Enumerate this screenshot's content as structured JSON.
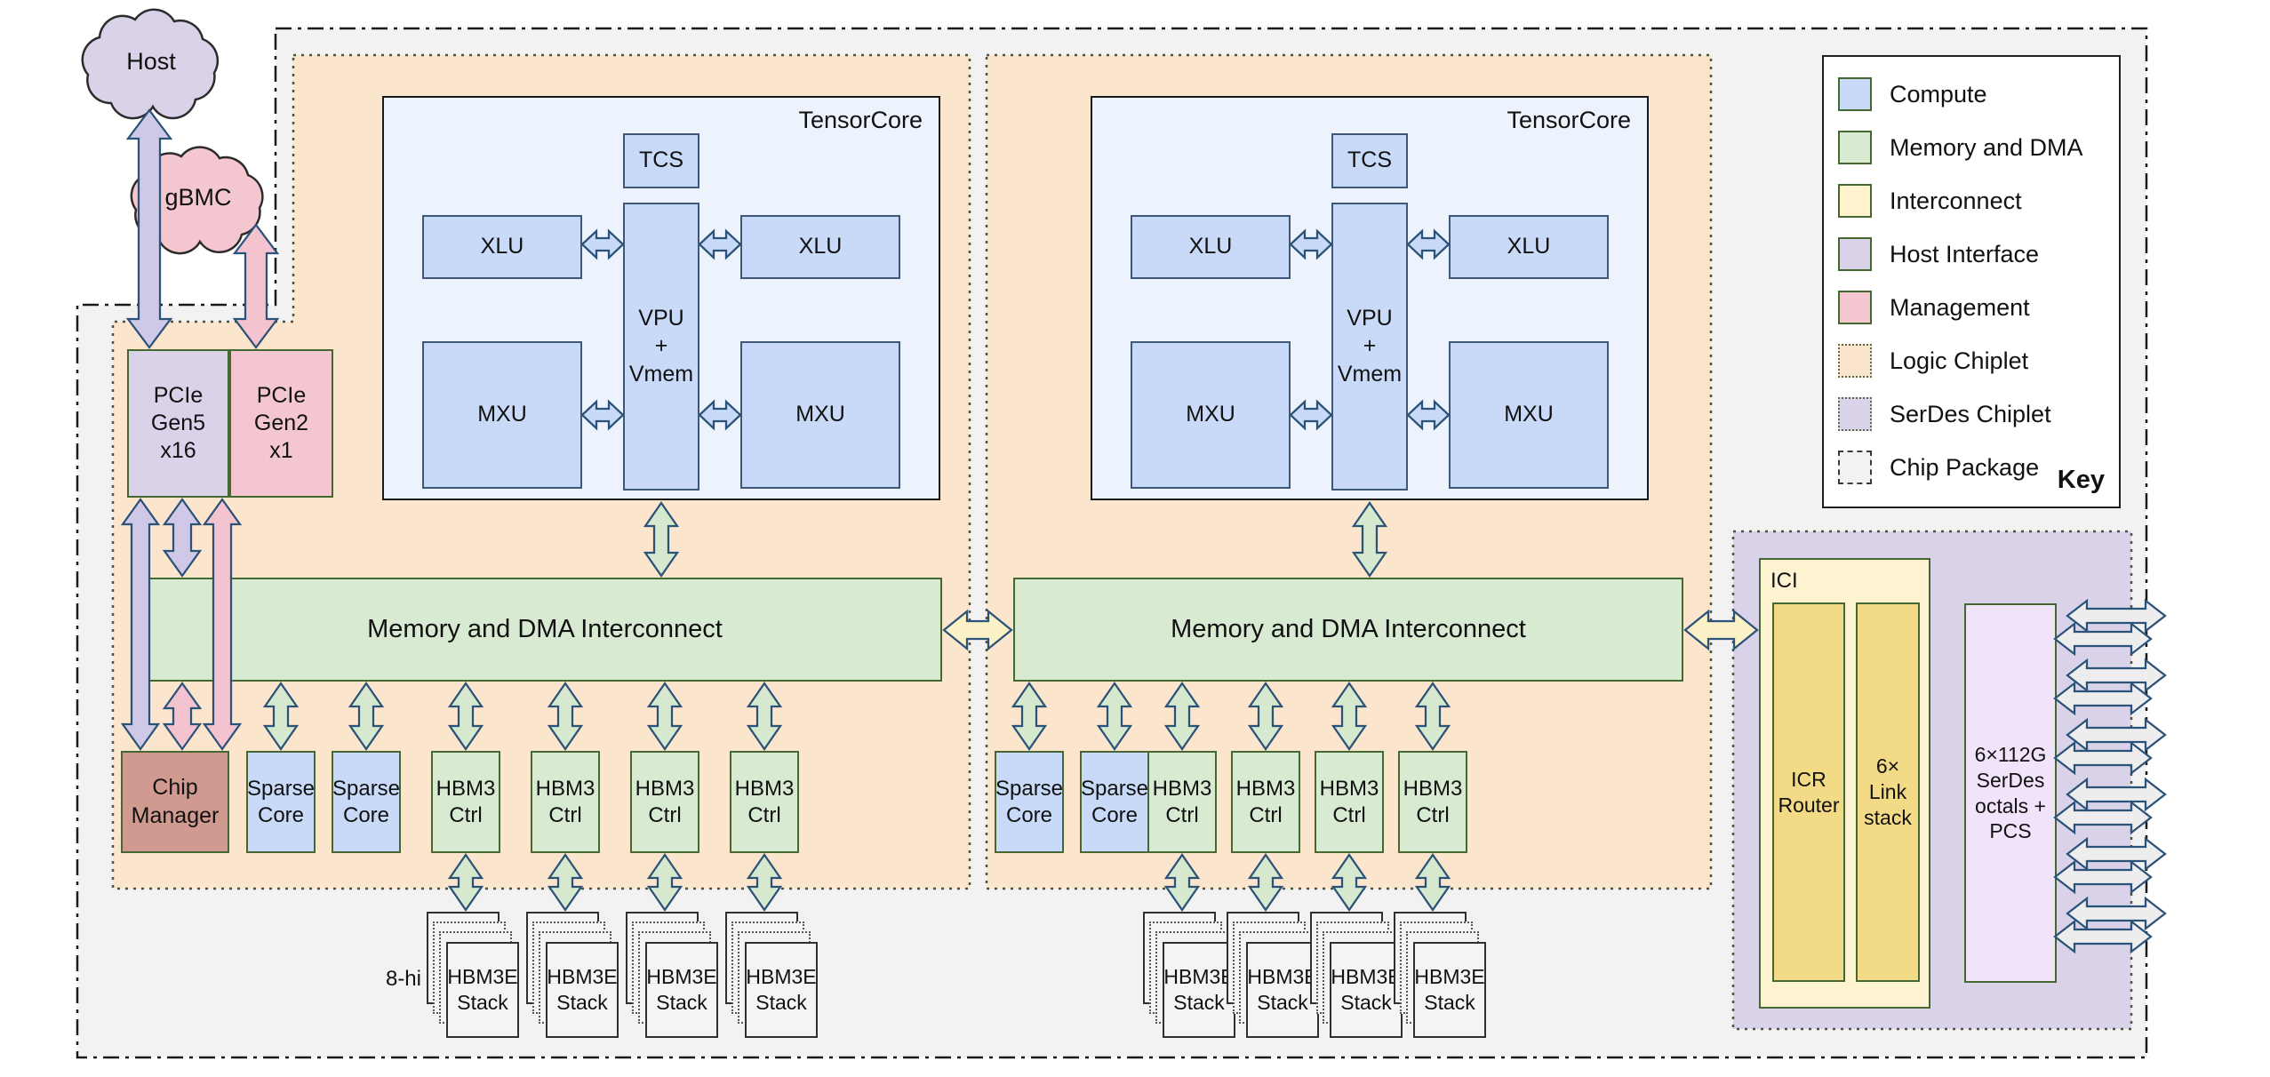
{
  "diagram": {
    "clouds": {
      "host": "Host",
      "gbmc": "gBMC"
    },
    "pcie_gen5": [
      "PCIe",
      "Gen5",
      "x16"
    ],
    "pcie_gen2": [
      "PCIe",
      "Gen2",
      "x1"
    ],
    "tensorcore": {
      "title": "TensorCore",
      "tcs": "TCS",
      "vpu": [
        "VPU",
        "+",
        "Vmem"
      ],
      "xlu": "XLU",
      "mxu": "MXU"
    },
    "interconnect": "Memory and DMA Interconnect",
    "chip_manager": [
      "Chip",
      "Manager"
    ],
    "sparse_core": [
      "Sparse",
      "Core"
    ],
    "hbm3_ctrl": [
      "HBM3",
      "Ctrl"
    ],
    "hbm3e_stack": [
      "HBM3E",
      "Stack"
    ],
    "stack_height": "8-hi",
    "ici": {
      "title": "ICI",
      "icr_router": [
        "ICR",
        "Router"
      ],
      "link_stack": [
        "6×",
        "Link",
        "stack"
      ]
    },
    "serdes": [
      "6×112G",
      "SerDes",
      "octals +",
      "PCS"
    ]
  },
  "key": {
    "title": "Key",
    "items": [
      {
        "label": "Compute",
        "swatch": "compute"
      },
      {
        "label": "Memory and DMA",
        "swatch": "memory"
      },
      {
        "label": "Interconnect",
        "swatch": "interconnect"
      },
      {
        "label": "Host Interface",
        "swatch": "host_interface"
      },
      {
        "label": "Management",
        "swatch": "management"
      },
      {
        "label": "Logic Chiplet",
        "swatch": "logic_chiplet"
      },
      {
        "label": "SerDes Chiplet",
        "swatch": "serdes_chiplet"
      },
      {
        "label": "Chip Package",
        "swatch": "chip_package"
      }
    ]
  },
  "colors": {
    "compute": "#c9daf8",
    "memory": "#d9ead3",
    "interconnect": "#fff2cc",
    "host_interface": "#d9d2e9",
    "management": "#f4c7d0",
    "logic_chiplet": "#fce5cd",
    "serdes_chiplet": "#d9d2e9",
    "chip_package": "#f2f2f2",
    "chip_manager": "#d09a90",
    "tensorcore_bg": "#ecf3fc",
    "ici_bg": "#fdf3d0",
    "ici_inner": "#f3da86",
    "serdes_inner": "#f0e3fa",
    "stack_bg": "#f4f4f4",
    "arrow_purple": "#cfc8e6",
    "arrow_pink": "#f3c4cf",
    "arrow_green": "#d6e8cd",
    "arrow_yellow": "#fbf1c7",
    "arrow_gray": "#ededed",
    "arrow_outline": "#2b5278",
    "green_border": "#44682f",
    "blue_border": "#3e5677"
  }
}
